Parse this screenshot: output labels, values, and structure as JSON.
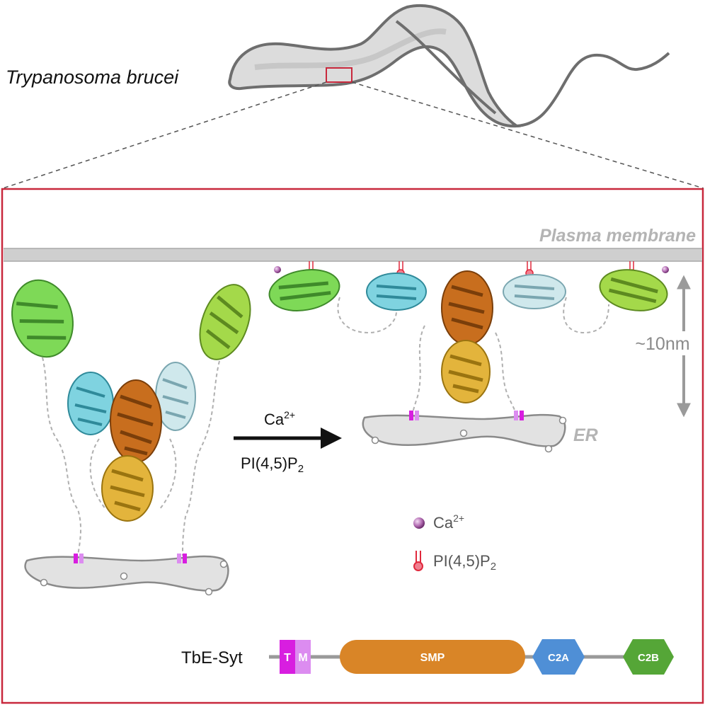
{
  "colors": {
    "frame": "#c8283c",
    "membrane": "#c8c8c8",
    "tm_dark": "#d81ee0",
    "tm_light": "#dc8cf0",
    "smp": "#d98527",
    "c2a": "#4f8fd6",
    "c2b": "#55a637",
    "c2b_structure": "#7ed957",
    "c2a_structure": "#7fd3e0",
    "smp_structure": "#c86e1e",
    "ca_ion": "#b46eb4",
    "pip2": "#e0283c"
  },
  "organism": {
    "name": "Trypanosoma brucei"
  },
  "cell": {
    "plasma_membrane_label": "Plasma membrane",
    "er_label": "ER",
    "scale_label": "~10nm"
  },
  "transition": {
    "top_label": "Ca",
    "top_sup": "2+",
    "bottom_label": "PI(4,5)P",
    "bottom_sub": "2"
  },
  "legend": {
    "ca": {
      "label": "Ca",
      "sup": "2+",
      "icon": "sphere-icon"
    },
    "pip2": {
      "label": "PI(4,5)P",
      "sub": "2",
      "icon": "lipid-headgroup-icon"
    }
  },
  "domain_map": {
    "protein_name": "TbE-Syt",
    "tm_first": "T",
    "tm_second": "M",
    "smp": "SMP",
    "c2a": "C2A",
    "c2b": "C2B"
  }
}
